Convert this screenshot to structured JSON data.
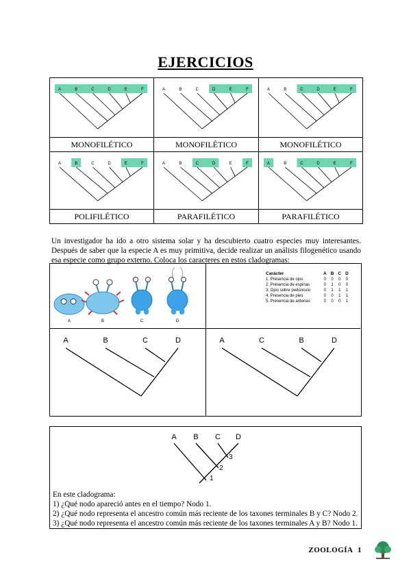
{
  "title": "EJERCICIOS",
  "grid": {
    "cells": [
      {
        "leaves": [
          "A",
          "B",
          "C",
          "D",
          "E",
          "F"
        ],
        "caption": "MONOFILÉTICO"
      },
      {
        "leaves": [
          "A",
          "B",
          "C",
          "D",
          "E",
          "F"
        ],
        "caption": "MONOFILÉTICO"
      },
      {
        "leaves": [
          "A",
          "B",
          "C",
          "D",
          "E",
          "F"
        ],
        "caption": "MONOFILÉTICO"
      },
      {
        "leaves": [
          "A",
          "B",
          "C",
          "D",
          "E",
          "F"
        ],
        "caption": "POLIFILÉTICO"
      },
      {
        "leaves": [
          "A",
          "B",
          "C",
          "D",
          "E",
          "F"
        ],
        "caption": "PARAFILÉTICO"
      },
      {
        "leaves": [
          "A",
          "B",
          "C",
          "D",
          "E",
          "F"
        ],
        "caption": "PARAFILÉTICO"
      }
    ],
    "highlight_color": "#6fd5b0"
  },
  "paragraph": "Un investigador ha ido a otro sistema solar y ha descubierto cuatro especies muy interesantes. Después de saber que la especie A es muy primitiva, decide realizar un análisis filogenético usando esa especie como grupo externo. Coloca los caracteres en estos cladogramas:",
  "creatures": {
    "labels": [
      "A",
      "B",
      "C",
      "D"
    ]
  },
  "char_table": {
    "header": [
      "Carácter",
      "A",
      "B",
      "C",
      "D"
    ],
    "rows": [
      [
        "1. Presencia de ojos",
        "0",
        "0",
        "0",
        "0"
      ],
      [
        "2. Presencia de espinas",
        "0",
        "1",
        "0",
        "0"
      ],
      [
        "3. Ojos sobre pedúnculo",
        "0",
        "1",
        "1",
        "1"
      ],
      [
        "4. Presencia de pies",
        "0",
        "0",
        "1",
        "1"
      ],
      [
        "5. Presencia de antenas",
        "0",
        "0",
        "0",
        "1"
      ]
    ]
  },
  "clado_left": {
    "leaves": [
      "A",
      "B",
      "C",
      "D"
    ]
  },
  "clado_right": {
    "leaves": [
      "A",
      "C",
      "B",
      "D"
    ]
  },
  "clado3": {
    "leaves": [
      "A",
      "B",
      "C",
      "D"
    ],
    "nodes": [
      "1",
      "2",
      "3"
    ]
  },
  "questions": {
    "intro": "En este cladograma:",
    "q1": "1) ¿Qué nodo apareció antes en el tiempo?  Nodo 1.",
    "q2": "2) ¿Qué nodo representa el ancestro común más reciente de los taxones terminales B y C? Nodo 2.",
    "q3": "3) ¿Qué nodo representa el ancestro común más reciente de los taxones terminales A y B? Nodo 1."
  },
  "footer": {
    "label": "ZOOLOGÍA",
    "page": "1"
  }
}
